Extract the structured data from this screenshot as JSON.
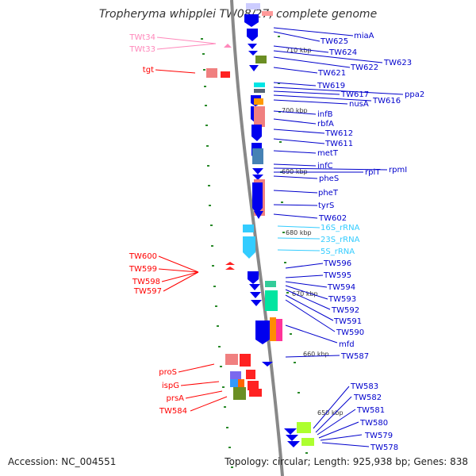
{
  "title": "Tropheryma whipplei TW08/27, complete genome",
  "accession": "Accession: NC_004551",
  "topology": "Topology: circular; Length: 925,938 bp; Genes: 838",
  "colors": {
    "right_gene_label": "#0000cc",
    "rna_label": "#33ccff",
    "left_gene_label": "#ff0000",
    "pink_label": "#ff88bb",
    "backbone": "#888888"
  },
  "scale_ticks": [
    "710 kbp",
    "700 kbp",
    "690 kbp",
    "680 kbp",
    "670 kbp",
    "660 kbp",
    "650 kbp"
  ],
  "right_labels": [
    "miaA",
    "TW625",
    "TW624",
    "TW623",
    "TW622",
    "TW621",
    "TW619",
    "ppa2",
    "TW617",
    "TW616",
    "nusA",
    "infB",
    "rbfA",
    "TW612",
    "TW611",
    "metT",
    "infC",
    "rpmI",
    "rplT",
    "pheS",
    "pheT",
    "tyrS",
    "TW602",
    "16S_rRNA",
    "23S_rRNA",
    "5S_rRNA",
    "TW596",
    "TW595",
    "TW594",
    "TW593",
    "TW592",
    "TW591",
    "TW590",
    "mfd",
    "TW587",
    "TW583",
    "TW582",
    "TW581",
    "TW580",
    "TW579",
    "TW578"
  ],
  "left_labels": [
    "TWt34",
    "TWt33",
    "tgt",
    "TW600",
    "TW599",
    "TW598",
    "TW597",
    "proS",
    "ispG",
    "prsA",
    "TW584"
  ]
}
